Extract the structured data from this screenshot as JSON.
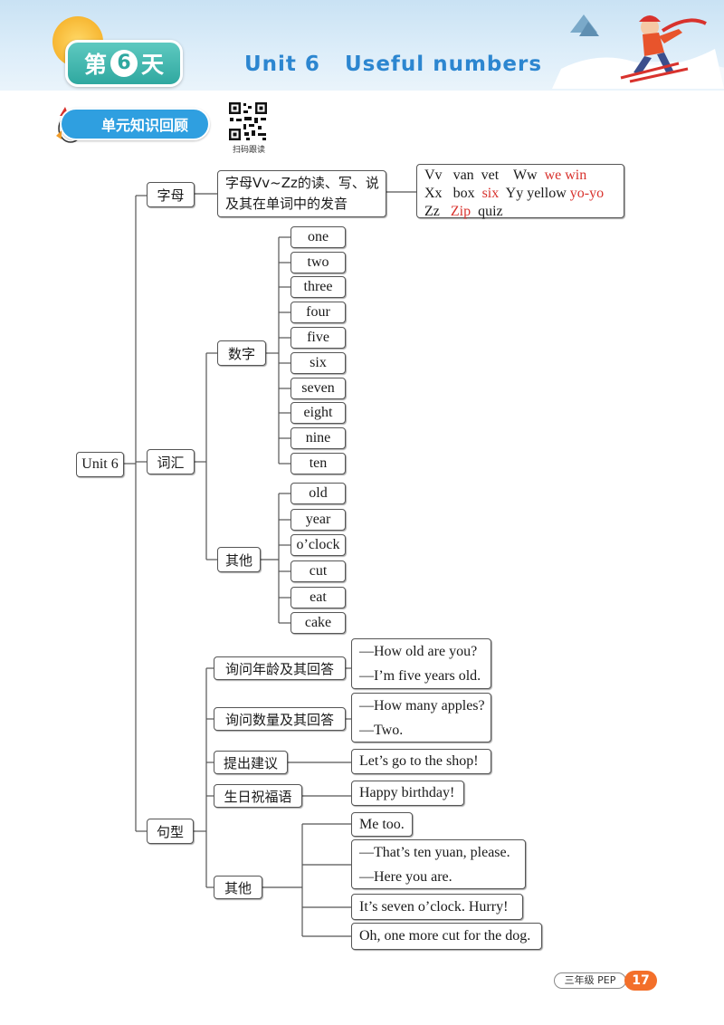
{
  "header": {
    "day_prefix": "第",
    "day_number": "6",
    "day_suffix": "天",
    "unit_title": "Unit 6   Useful numbers"
  },
  "section": {
    "title": "单元知识回顾",
    "qr_label": "扫码跟读"
  },
  "mindmap": {
    "root": "Unit 6",
    "letters": {
      "label": "字母",
      "desc_line1": "字母Vv~Zz的读、写、说",
      "desc_line2": "及其在单词中的发音",
      "row1": {
        "c1": "Vv",
        "c2": "van",
        "c3": "vet",
        "c4": "Ww",
        "c5": "we",
        "c6": "win"
      },
      "row2": {
        "c1": "Xx",
        "c2": "box",
        "c3": "six",
        "c4": "Yy",
        "c5": "yellow",
        "c6": "yo-yo"
      },
      "row3": {
        "c1": "Zz",
        "c2": "Zip",
        "c3": "quiz"
      }
    },
    "vocab": {
      "label": "词汇",
      "numbers_label": "数字",
      "numbers": [
        "one",
        "two",
        "three",
        "four",
        "five",
        "six",
        "seven",
        "eight",
        "nine",
        "ten"
      ],
      "others_label": "其他",
      "others": [
        "old",
        "year",
        "o’clock",
        "cut",
        "eat",
        "cake"
      ]
    },
    "sentences": {
      "label": "句型",
      "age_label": "询问年龄及其回答",
      "age_q": "—How old are you?",
      "age_a": "—I’m five years old.",
      "count_label": "询问数量及其回答",
      "count_q": "—How many apples?",
      "count_a": "—Two.",
      "suggest_label": "提出建议",
      "suggest": "Let’s go to the shop!",
      "wish_label": "生日祝福语",
      "wish": "Happy birthday!",
      "other_label": "其他",
      "other1": "Me too.",
      "other2_q": "—That’s ten yuan, please.",
      "other2_a": "—Here you are.",
      "other3": "It’s seven o’clock. Hurry!",
      "other4": "Oh, one more cut for the dog."
    }
  },
  "footer": {
    "grade": "三年级 PEP",
    "page": "17"
  },
  "colors": {
    "title_blue": "#2c86d0",
    "badge_teal": "#2fa8a0",
    "tag_blue": "#2f9fe0",
    "red_letter": "#d8322d",
    "page_orange": "#f36f2a"
  }
}
